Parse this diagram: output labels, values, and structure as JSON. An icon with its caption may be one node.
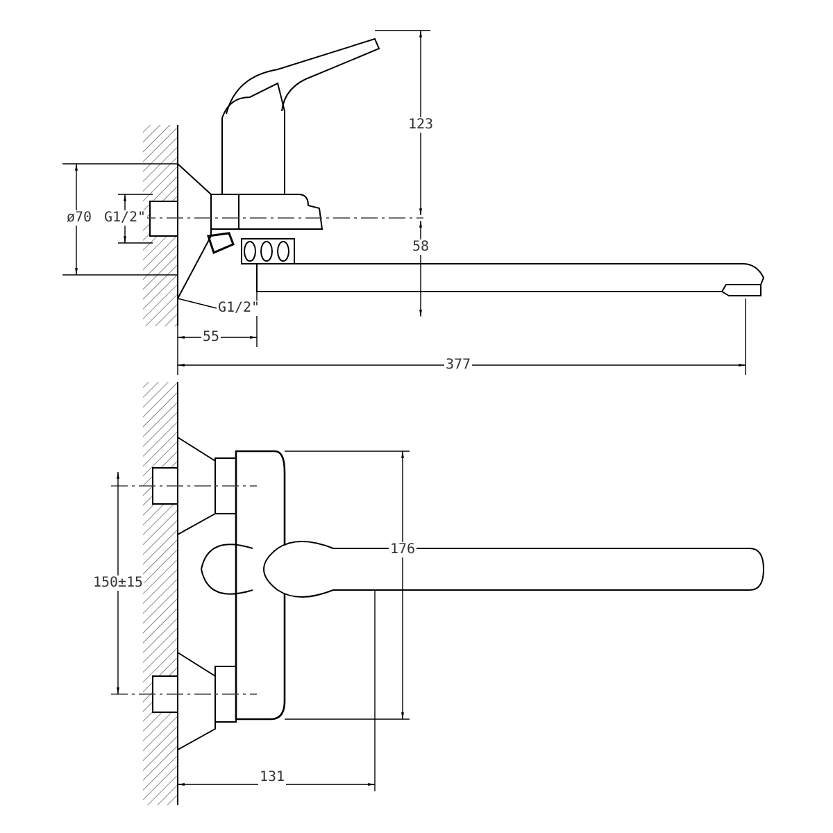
{
  "diagram": {
    "labels": [
      "123",
      "ø70",
      "G1/2\"",
      "58",
      "G1/2\"",
      "55",
      "377",
      "150±15",
      "176",
      "131"
    ]
  }
}
